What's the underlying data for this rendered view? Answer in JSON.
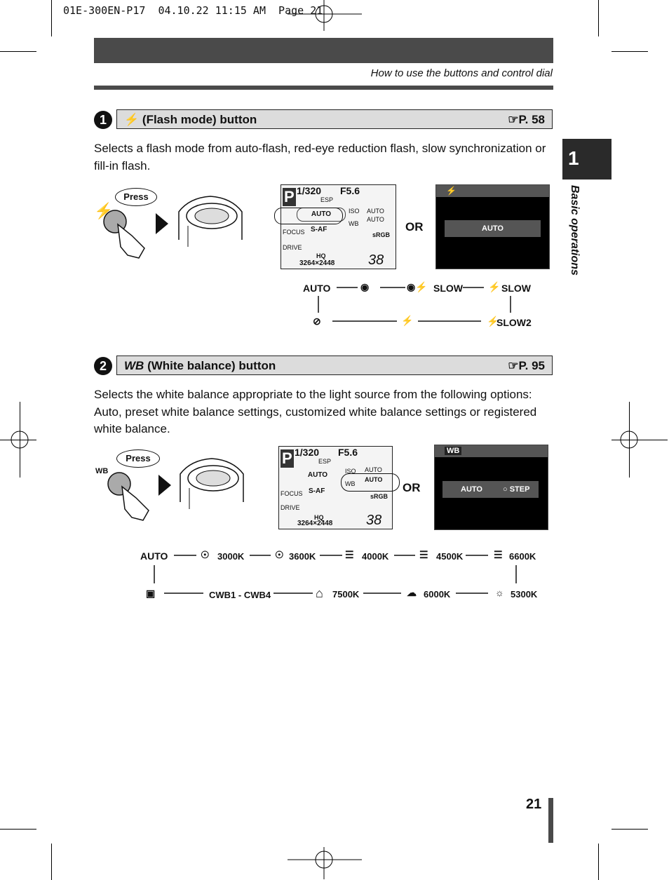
{
  "print_header": "01E-300EN-P17  04.10.22 11:15 AM  Page 21",
  "header_subtitle": "How to use the buttons and control dial",
  "side_tab": {
    "number": "1",
    "label": "Basic operations"
  },
  "page_number": "21",
  "section1": {
    "number": "1",
    "title": "(Flash mode) button",
    "ref": "P. 58",
    "description": "Selects a flash mode from auto-flash, red-eye reduction flash, slow synchronization or fill-in flash.",
    "press_label": "Press",
    "lcd": {
      "mode": "P",
      "shutter": "1/320",
      "aperture": "F5.6",
      "metering": "ESP",
      "flash_value": "AUTO",
      "iso_label": "ISO",
      "iso_value": "AUTO",
      "wb_label": "WB",
      "wb_value": "AUTO",
      "focus_label": "FOCUS",
      "focus_value": "S-AF",
      "drive_label": "DRIVE",
      "colorspace": "sRGB",
      "quality": "HQ",
      "resolution": "3264×2448",
      "remaining": "38"
    },
    "or_label": "OR",
    "screen_value": "AUTO",
    "diagram": {
      "auto": "AUTO",
      "slow": "SLOW",
      "slow_flash": "SLOW",
      "slow2": "SLOW2"
    }
  },
  "section2": {
    "number": "2",
    "icon_text": "WB",
    "title": "(White balance) button",
    "ref": "P. 95",
    "description": "Selects the white balance appropriate to the light source from the following options: Auto, preset white balance settings, customized white balance settings or registered white balance.",
    "press_label": "Press",
    "wb_label": "WB",
    "lcd": {
      "mode": "P",
      "shutter": "1/320",
      "aperture": "F5.6",
      "metering": "ESP",
      "flash_value": "AUTO",
      "iso_label": "ISO",
      "iso_value": "AUTO",
      "wb_label": "WB",
      "wb_value": "AUTO",
      "focus_label": "FOCUS",
      "focus_value": "S-AF",
      "drive_label": "DRIVE",
      "colorspace": "sRGB",
      "quality": "HQ",
      "resolution": "3264×2448",
      "remaining": "38"
    },
    "or_label": "OR",
    "screen_header": "WB",
    "screen_auto": "AUTO",
    "screen_step": "STEP",
    "diagram": {
      "top": [
        "AUTO",
        "3000K",
        "3600K",
        "4000K",
        "4500K",
        "6600K"
      ],
      "bottom": [
        "CWB1 - CWB4",
        "7500K",
        "6000K",
        "5300K"
      ]
    }
  }
}
